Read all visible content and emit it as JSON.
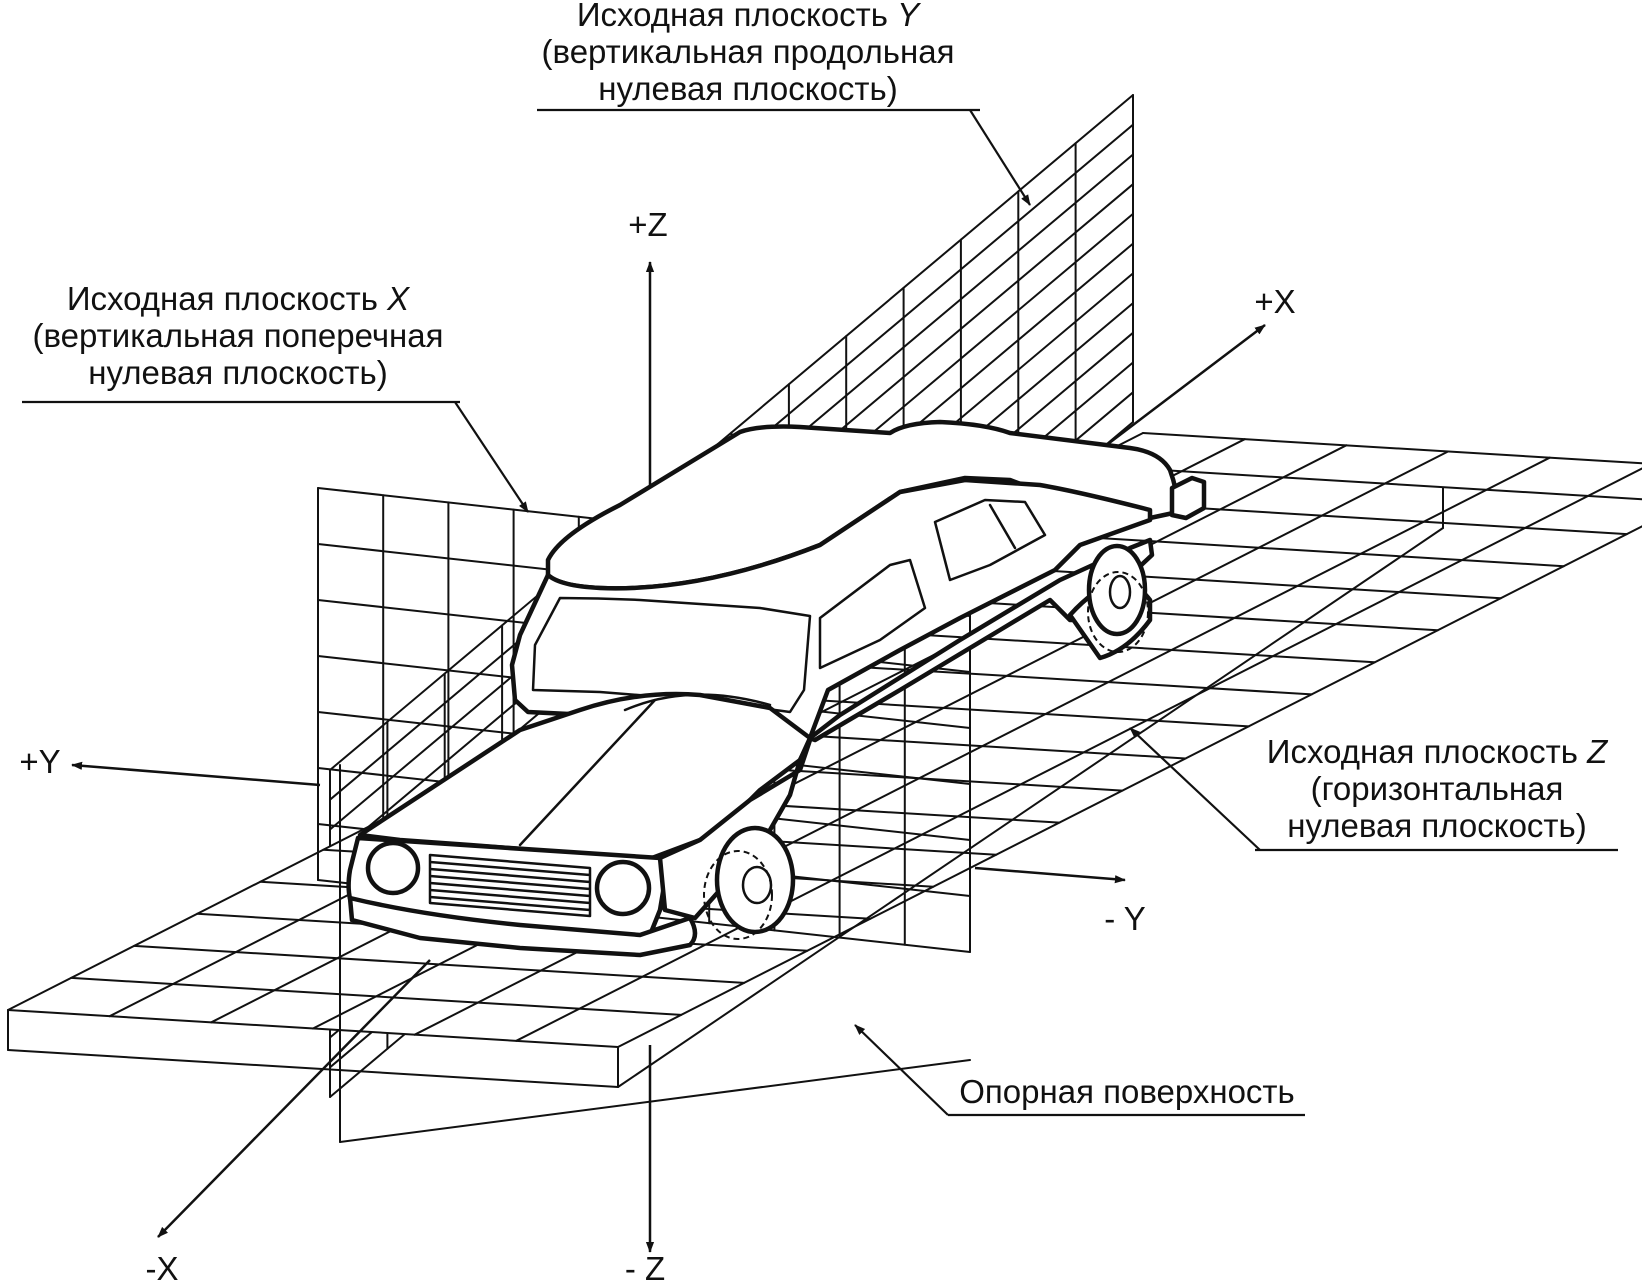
{
  "labels": {
    "plane_y": {
      "line1_prefix": "Исходная плоскость ",
      "line1_axis": "Y",
      "line2": "(вертикальная продольная",
      "line3": "нулевая плоскость)"
    },
    "plane_x": {
      "line1_prefix": "Исходная плоскость ",
      "line1_axis": "X",
      "line2": "(вертикальная поперечная",
      "line3": "нулевая плоскость)"
    },
    "plane_z": {
      "line1_prefix": "Исходная плоскость ",
      "line1_axis": "Z",
      "line2": "(горизонтальная",
      "line3": "нулевая плоскость)"
    },
    "reference_surface": "Опорная поверхность"
  },
  "axes": {
    "plus_z": "+Z",
    "minus_z": "- Z",
    "plus_x": "+X",
    "minus_x": "-X",
    "plus_y": "+Y",
    "minus_y": "- Y"
  },
  "colors": {
    "ink": "#111111",
    "background": "#ffffff"
  }
}
